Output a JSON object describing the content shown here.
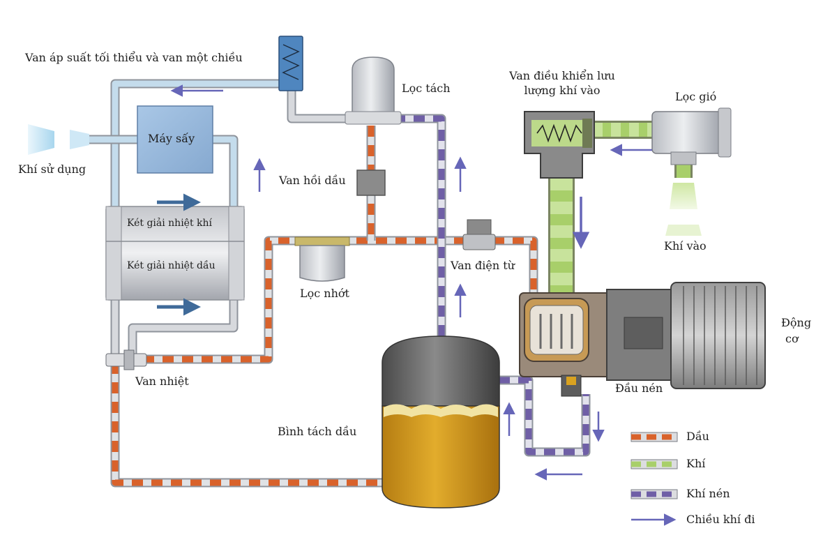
{
  "labels": {
    "min_pressure_valve": "Van áp suất tối thiểu và van một chiều",
    "separator_filter": "Lọc tách",
    "inlet_valve_line1": "Van điều khiển lưu",
    "inlet_valve_line2": "lượng khí vào",
    "air_filter": "Lọc gió",
    "dryer": "Máy sấy",
    "air_use": "Khí sử dụng",
    "oil_return_valve": "Van hồi dầu",
    "air_cooler": "Két giải nhiệt khí",
    "oil_cooler": "Két giải nhiệt dầu",
    "oil_filter": "Lọc nhớt",
    "solenoid_valve": "Van điện từ",
    "air_in": "Khí vào",
    "motor_line1": "Động",
    "motor_line2": "cơ",
    "thermal_valve": "Van nhiệt",
    "compressor_head": "Đầu nén",
    "oil_separator_tank": "Bình tách dầu"
  },
  "legend": [
    {
      "label": "Dầu",
      "color": "#d9622b",
      "kind": "pipe"
    },
    {
      "label": "Khí",
      "color": "#a8cf6a",
      "kind": "pipe"
    },
    {
      "label": "Khí nén",
      "color": "#6f5fa6",
      "kind": "pipe"
    },
    {
      "label": "Chiều khí đi",
      "color": "#6666b8",
      "kind": "arrow"
    }
  ],
  "colors": {
    "oil": "#d9622b",
    "air": "#a8cf6a",
    "compressed_air": "#6f5fa6",
    "pipe_gray": "#b9bcc4",
    "flow_arrow": "#6666b8",
    "oil_fill": "#d9a220"
  }
}
